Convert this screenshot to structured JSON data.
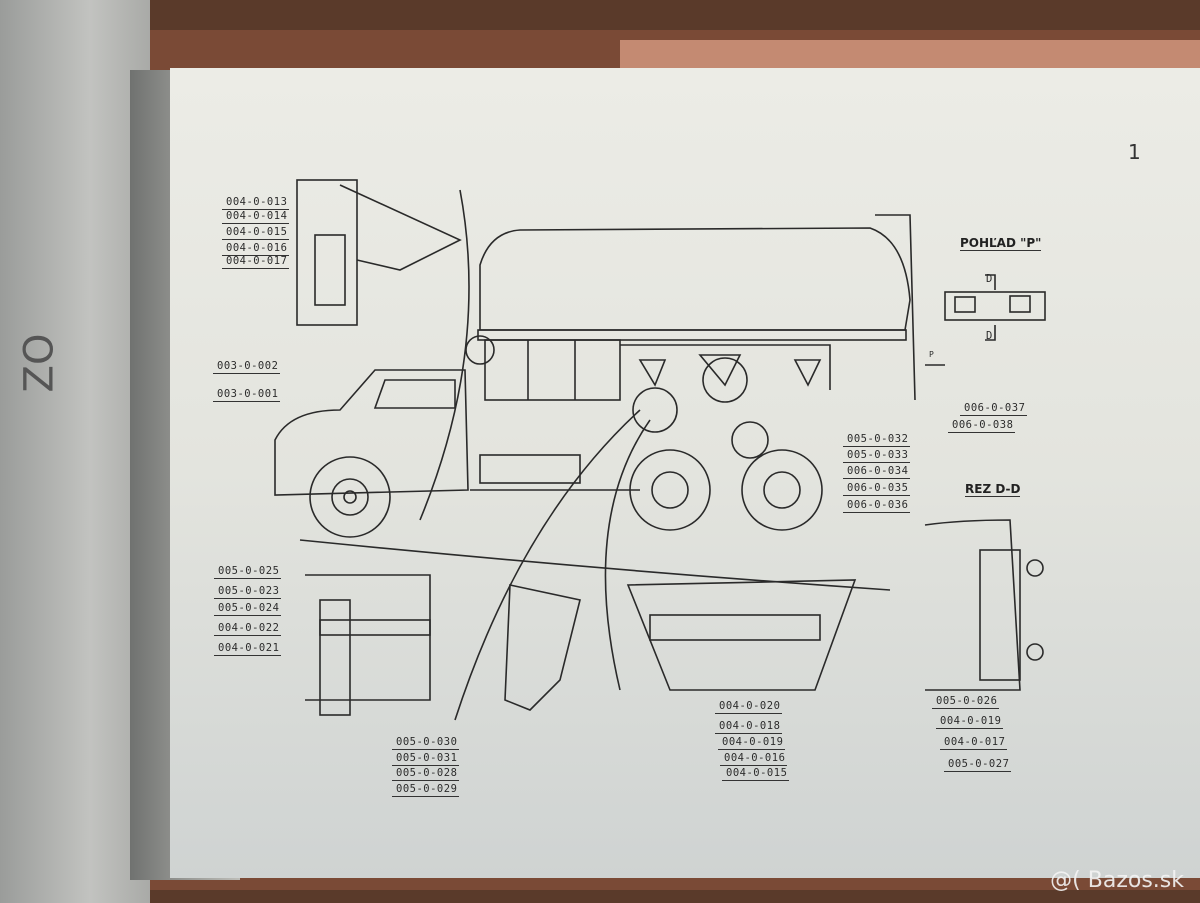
{
  "page_number": "1",
  "watermark": "@( Bazos.sk",
  "side_text": "ZO",
  "views": {
    "pohlad": "POHĽAD \"P\"",
    "rez": "REZ D-D",
    "d_top": "D",
    "d_bottom": "D",
    "p_marker": "P"
  },
  "labels": {
    "top_left": [
      "004-0-013",
      "004-0-014",
      "004-0-015",
      "004-0-016",
      "004-0-017"
    ],
    "cab": [
      "003-0-002",
      "003-0-001"
    ],
    "rear": [
      "005-0-032",
      "005-0-033",
      "006-0-034",
      "006-0-035",
      "006-0-036"
    ],
    "pohlad": [
      "006-0-037",
      "006-0-038"
    ],
    "bottom_left": [
      "005-0-025",
      "005-0-023",
      "005-0-024",
      "004-0-022",
      "004-0-021"
    ],
    "bracket": [
      "005-0-030",
      "005-0-031",
      "005-0-028",
      "005-0-029"
    ],
    "center": [
      "004-0-020",
      "004-0-018",
      "004-0-019",
      "004-0-016",
      "004-0-015"
    ],
    "section": [
      "005-0-026",
      "004-0-019",
      "004-0-017",
      "005-0-027"
    ]
  }
}
